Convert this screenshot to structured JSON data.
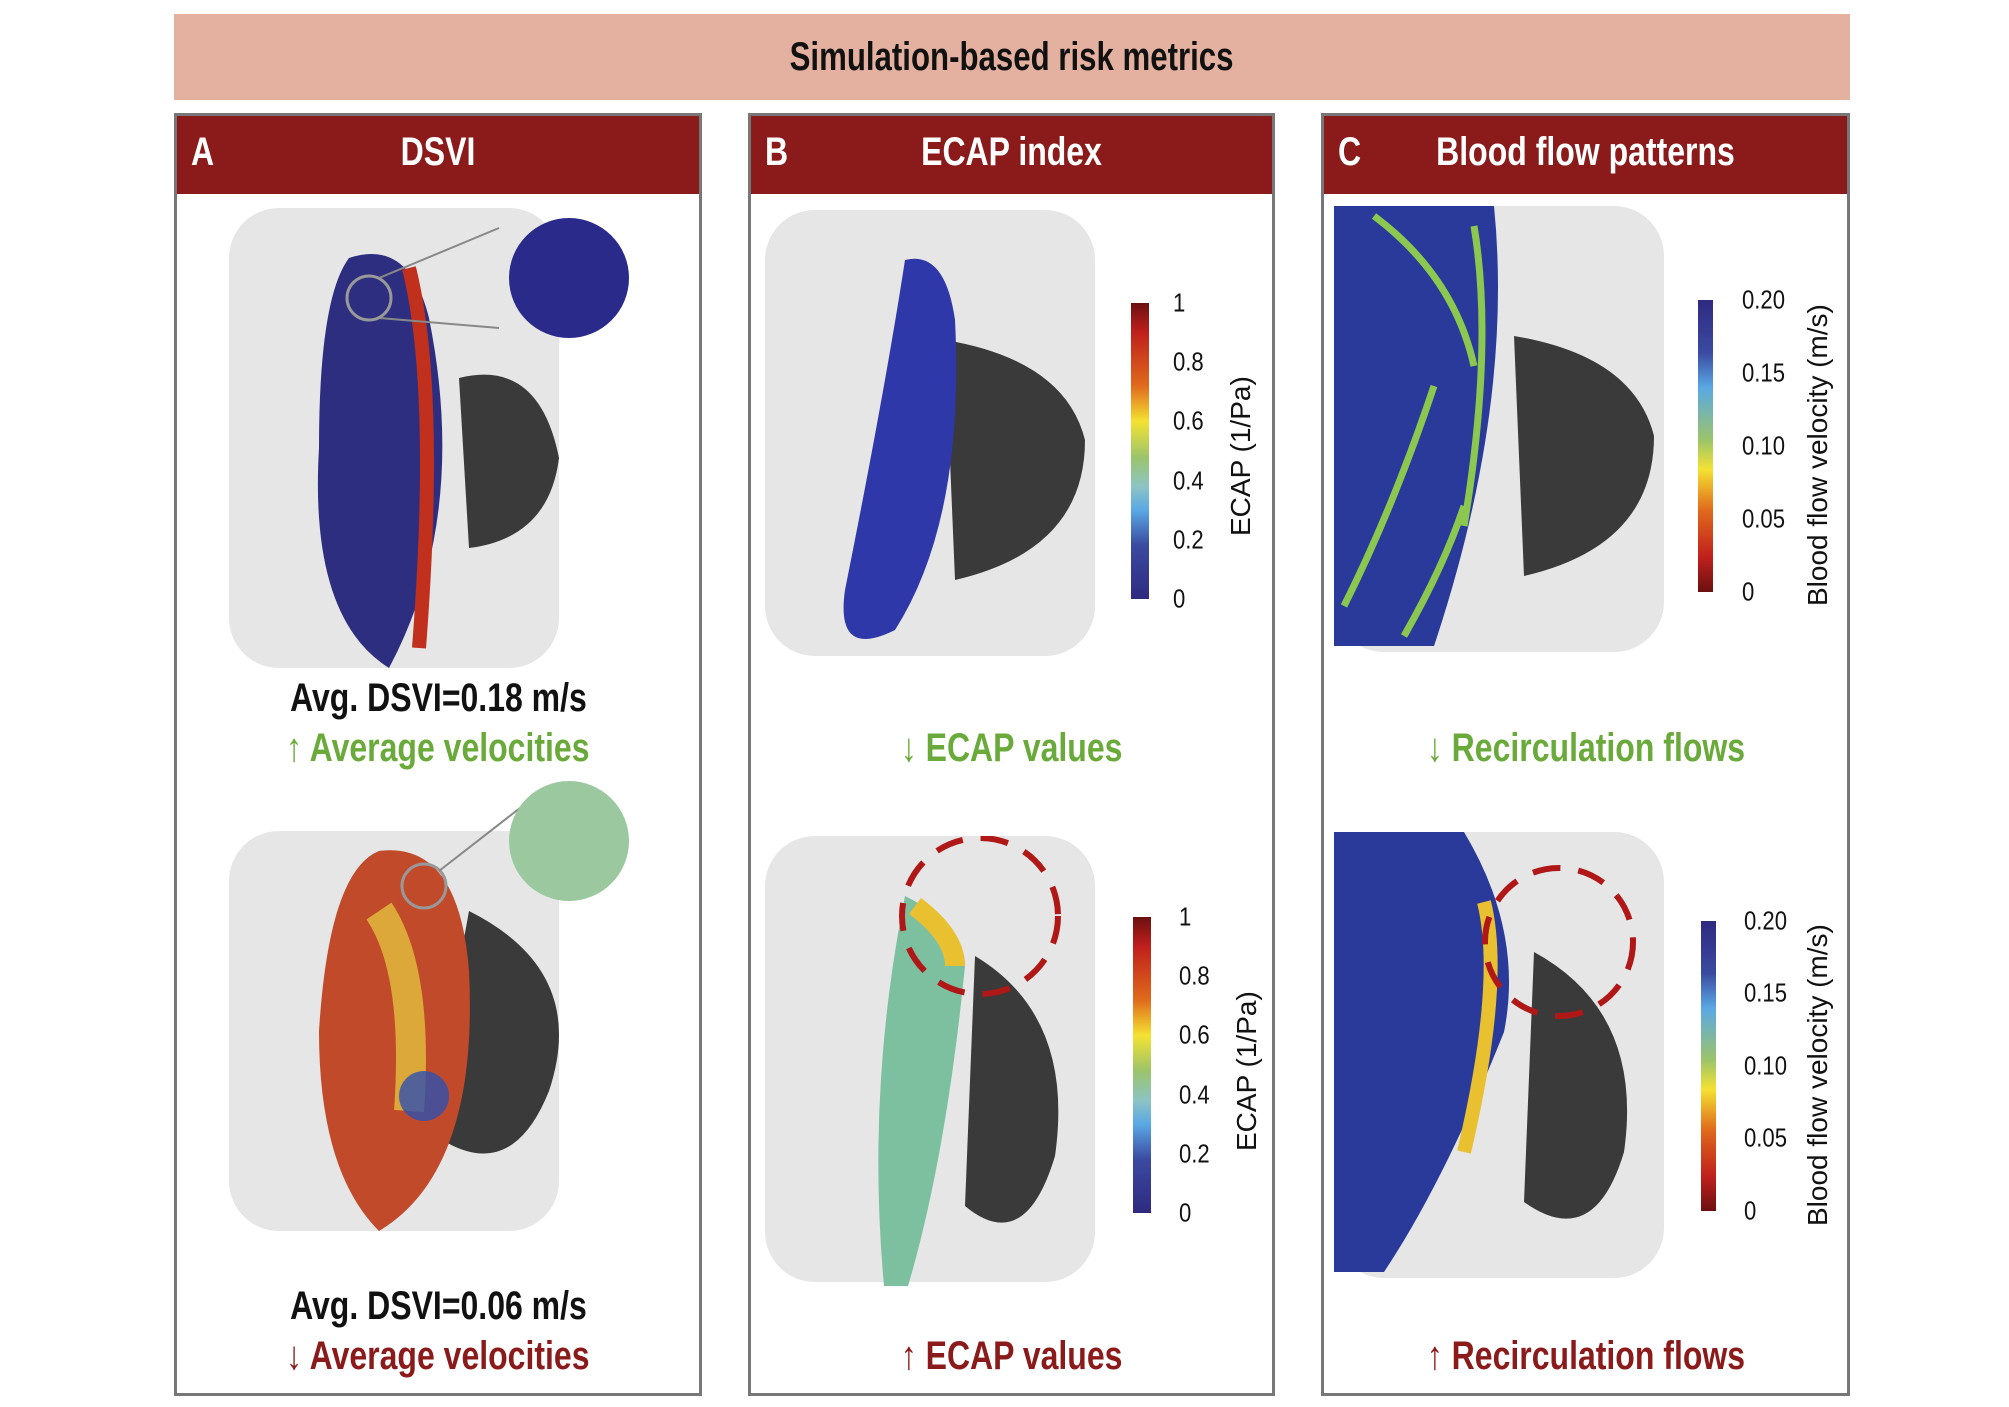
{
  "title": "Simulation-based risk metrics",
  "panels": [
    {
      "letter": "A",
      "title": "DSVI",
      "top_caption_1": "Avg. DSVI=0.18 m/s",
      "top_caption_2": "↑ Average velocities",
      "bottom_caption_1": "Avg. DSVI=0.06 m/s",
      "bottom_caption_2": "↓ Average velocities"
    },
    {
      "letter": "B",
      "title": "ECAP index",
      "top_caption": "↓ ECAP values",
      "bottom_caption": "↑ ECAP values",
      "colorbar": {
        "label": "ECAP (1/Pa)",
        "ticks": [
          "1",
          "0.8",
          "0.6",
          "0.4",
          "0.2",
          "0"
        ]
      }
    },
    {
      "letter": "C",
      "title": "Blood flow patterns",
      "top_caption": "↓ Recirculation flows",
      "bottom_caption": "↑ Recirculation flows",
      "colorbar": {
        "label": "Blood flow velocity (m/s)",
        "ticks": [
          "0.20",
          "0.15",
          "0.10",
          "0.05",
          "0"
        ]
      }
    }
  ],
  "colors": {
    "title_band": "#e4b1a1",
    "header": "#8b1a1a",
    "good": "#6aaa3a",
    "bad": "#8b1a1a"
  }
}
